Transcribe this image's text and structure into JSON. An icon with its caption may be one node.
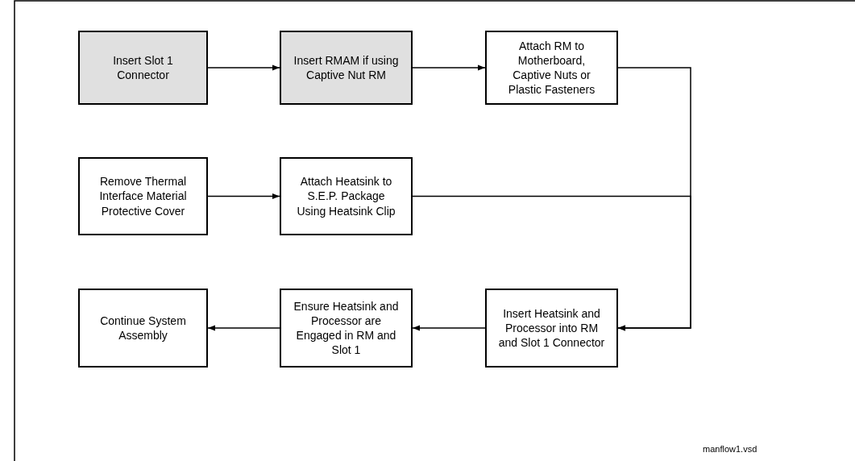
{
  "diagram": {
    "nodes": [
      {
        "text": [
          "Insert Slot 1 Connector"
        ]
      },
      {
        "text": [
          "Insert RMAM if using Captive Nut RM"
        ]
      },
      {
        "text": [
          "Attach RM to Motherboard, Captive Nuts or Plastic Fasteners"
        ]
      },
      {
        "text": [
          "Remove Thermal Interface Material Protective Cover"
        ]
      },
      {
        "text": [
          "Attach Heatsink to S.E.P. Package Using Heatsink Clip"
        ]
      },
      {
        "text": [
          "Insert Heatsink and Processor into RM and Slot 1 Connector"
        ]
      },
      {
        "text": [
          "Ensure Heatsink and Processor are Engaged in RM and Slot 1"
        ]
      },
      {
        "text": [
          "Continue System Assembly"
        ]
      }
    ],
    "edges": [
      {
        "from": 0,
        "to": 1,
        "arrow": "to"
      },
      {
        "from": 1,
        "to": 2,
        "arrow": "to"
      },
      {
        "from": 3,
        "to": 4,
        "arrow": "to"
      },
      {
        "from": 2,
        "to": 5,
        "arrow": "to"
      },
      {
        "from": 4,
        "to": 5,
        "arrow": "to"
      },
      {
        "from": 5,
        "to": 6,
        "arrow": "to"
      },
      {
        "from": 6,
        "to": 7,
        "arrow": "to"
      }
    ],
    "labels": [
      "manflow1.vsd"
    ]
  }
}
